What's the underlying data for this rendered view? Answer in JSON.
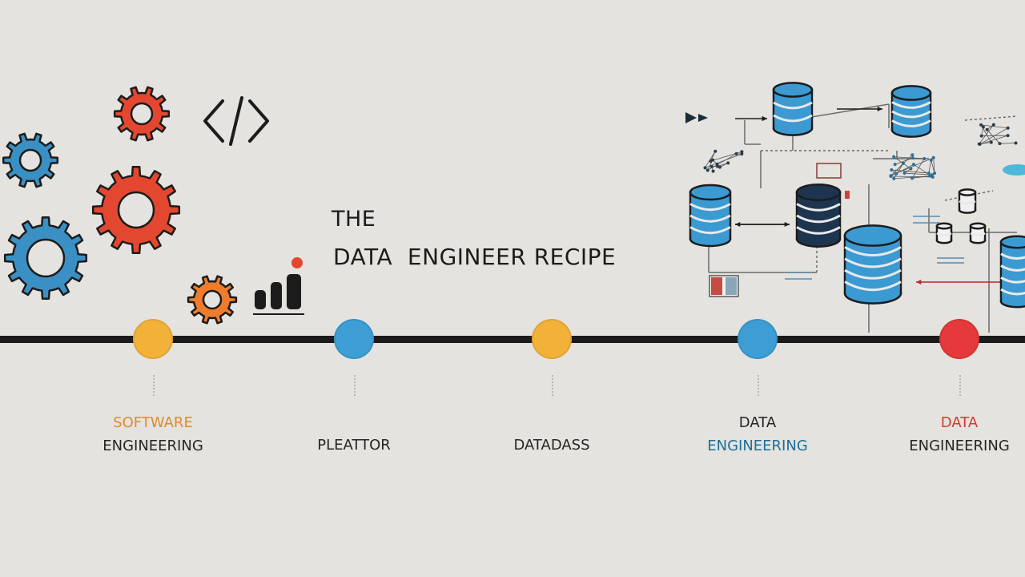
{
  "title": {
    "line1": "THE",
    "line2": "DATA  ENGINEER RECIPE"
  },
  "milestones": [
    {
      "lines": [
        "SOFTWARE",
        "ENGINEERING"
      ],
      "accent_line": 0,
      "node_color": "#f2b23a",
      "accent_color": "#e08a2c"
    },
    {
      "lines": [
        "PLEATTOR"
      ],
      "accent_line": -1,
      "node_color": "#3c9ed4",
      "accent_color": "#262626"
    },
    {
      "lines": [
        "DATADASS"
      ],
      "accent_line": -1,
      "node_color": "#f2b23a",
      "accent_color": "#262626"
    },
    {
      "lines": [
        "DATA",
        "ENGINEERING"
      ],
      "accent_line": 1,
      "node_color": "#3c9ed4",
      "accent_color": "#1e6f99"
    },
    {
      "lines": [
        "DATA",
        "ENGINEERING"
      ],
      "accent_line": 0,
      "node_color": "#e5393b",
      "accent_color": "#d33a2f"
    }
  ],
  "colors": {
    "background": "#e4e3df",
    "gear_red": "#e4472f",
    "gear_blue": "#3a90c4",
    "gear_orange": "#ee7c2c",
    "database_blue": "#3b9ad2",
    "database_navy": "#1e3550",
    "line": "#1b1b1b"
  },
  "icons": [
    "gear-icon",
    "code-brackets-icon",
    "bar-chart-icon",
    "database-icon",
    "network-graph-icon"
  ]
}
